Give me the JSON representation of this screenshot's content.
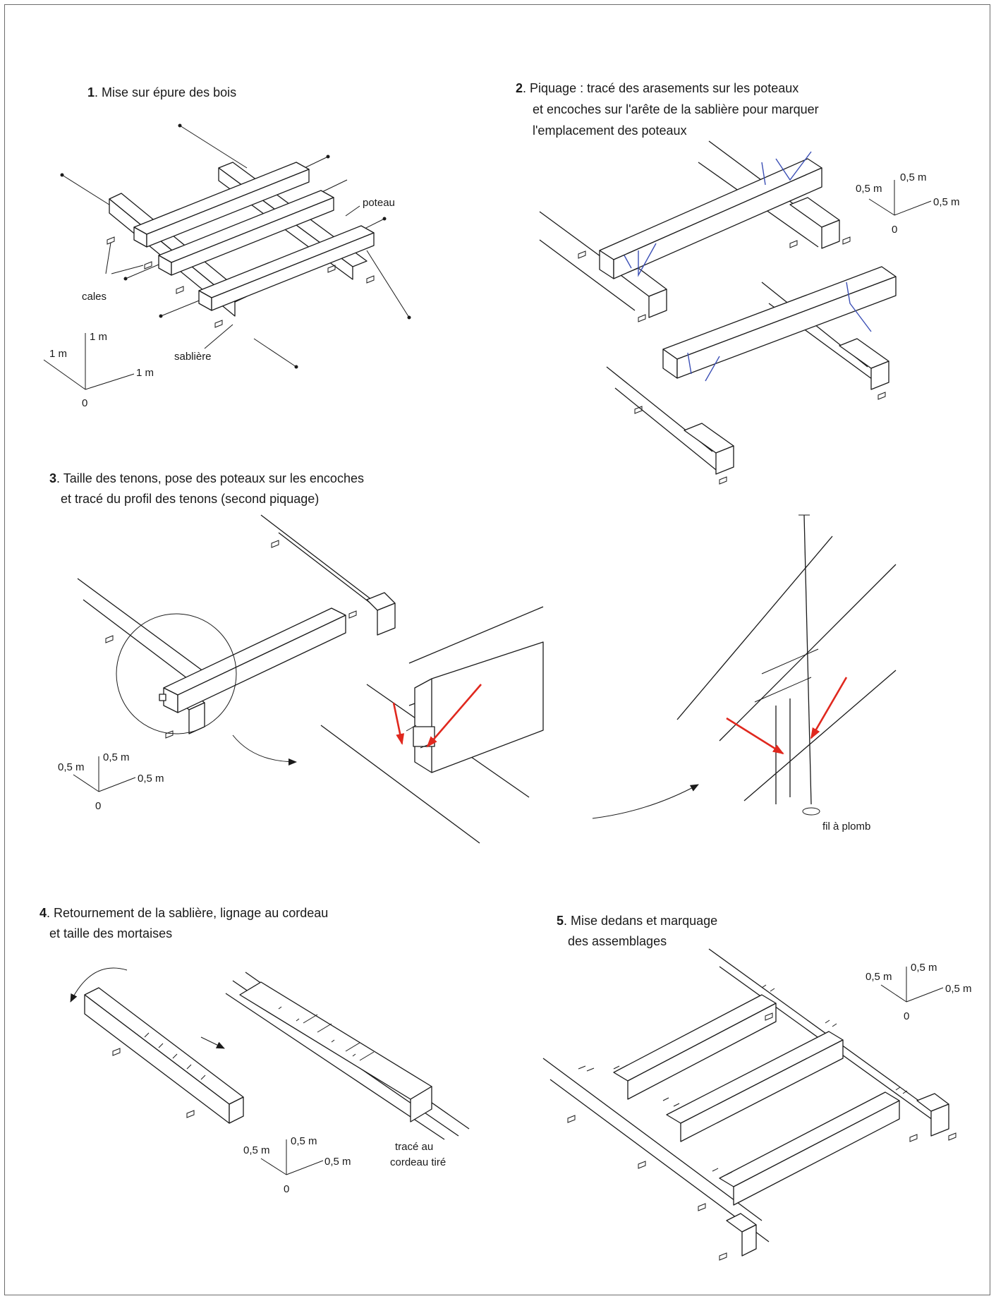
{
  "steps": [
    {
      "num": "1",
      "text": ". Mise sur épure des bois"
    },
    {
      "num": "2",
      "line1": ". Piquage : tracé des arasements sur les poteaux",
      "line2": "et encoches sur l'arête de la sablière pour marquer",
      "line3": "l'emplacement des poteaux"
    },
    {
      "num": "3",
      "line1": ". Taille des tenons, pose des poteaux sur les encoches",
      "line2": "et tracé du profil des tenons (second piquage)"
    },
    {
      "num": "4",
      "line1": ". Retournement de la sablière, lignage au cordeau",
      "line2": "et taille des mortaises"
    },
    {
      "num": "5",
      "line1": ". Mise dedans et marquage",
      "line2": "des assemblages"
    }
  ],
  "labels": {
    "poteau": "poteau",
    "cales": "cales",
    "sabliere": "sablière",
    "fil_a_plomb": "fil à plomb",
    "trace_line1": "tracé au",
    "trace_line2": "cordeau tiré"
  },
  "axes": {
    "scale1": {
      "a": "1 m",
      "b": "1 m",
      "c": "1 m",
      "origin": "0"
    },
    "scale05": {
      "a": "0,5 m",
      "b": "0,5 m",
      "c": "0,5 m",
      "origin": "0"
    }
  },
  "colors": {
    "trace": "#3b4fb5",
    "arrow": "#e0281e",
    "ink": "#1a1a1a"
  }
}
